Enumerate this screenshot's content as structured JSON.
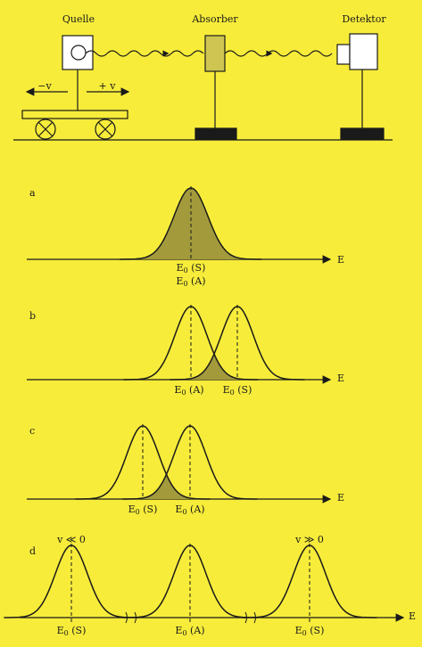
{
  "apparatus": {
    "source_label": "Quelle",
    "absorber_label": "Absorber",
    "detector_label": "Detektor",
    "minus_v": "−v",
    "plus_v": "+ v"
  },
  "colors": {
    "background": "#f7ec3a",
    "ink": "#1a1a1a",
    "overlap_fill": "#a39a3c",
    "absorber_fill": "#cfc552",
    "white": "#ffffff"
  },
  "axis_label": "E",
  "panels": {
    "a": {
      "letter": "a",
      "labels": [
        "E",
        "(S)",
        "E",
        "(A)"
      ]
    },
    "b": {
      "letter": "b",
      "label_A": [
        "E",
        "(A)"
      ],
      "label_S": [
        "E",
        "(S)"
      ]
    },
    "c": {
      "letter": "c",
      "label_S": [
        "E",
        "(S)"
      ],
      "label_A": [
        "E",
        "(A)"
      ]
    },
    "d": {
      "letter": "d",
      "label_left": [
        "E",
        "(S)"
      ],
      "label_mid": [
        "E",
        "(A)"
      ],
      "label_right": [
        "E",
        "(S)"
      ],
      "v_left": "v ≪ 0",
      "v_right": "v ≫ 0"
    }
  },
  "subscript": "0"
}
